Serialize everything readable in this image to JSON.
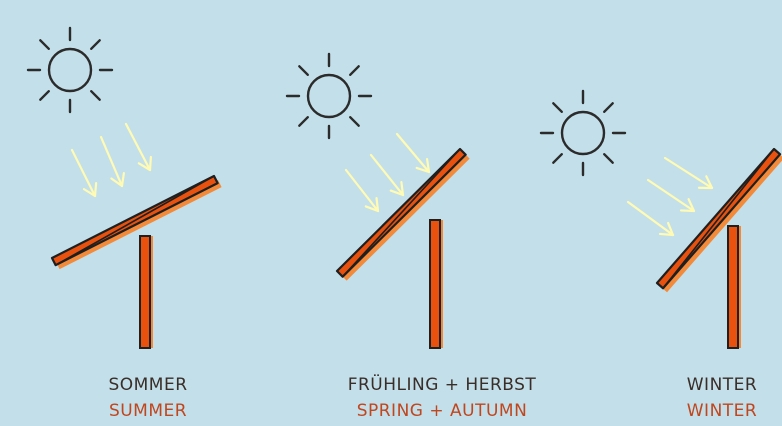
{
  "colors": {
    "background": "#c3dfea",
    "sun_stroke": "#2b2b2b",
    "ray_stroke": "#fffbb5",
    "panel_fill": "#e8520e",
    "panel_shadow": "#f28a3a",
    "outline": "#1f1f1f",
    "pole_fill": "#e8520e",
    "caption_primary": "#3a2e28",
    "caption_secondary": "#c0461e"
  },
  "seasons": [
    {
      "label_de": "SOMMER",
      "label_en": "SUMMER",
      "icon": "sun-icon"
    },
    {
      "label_de": "FRÜHLING + HERBST",
      "label_en": "SPRING + AUTUMN",
      "icon": "sun-icon"
    },
    {
      "label_de": "WINTER",
      "label_en": "WINTER",
      "icon": "sun-icon"
    }
  ]
}
